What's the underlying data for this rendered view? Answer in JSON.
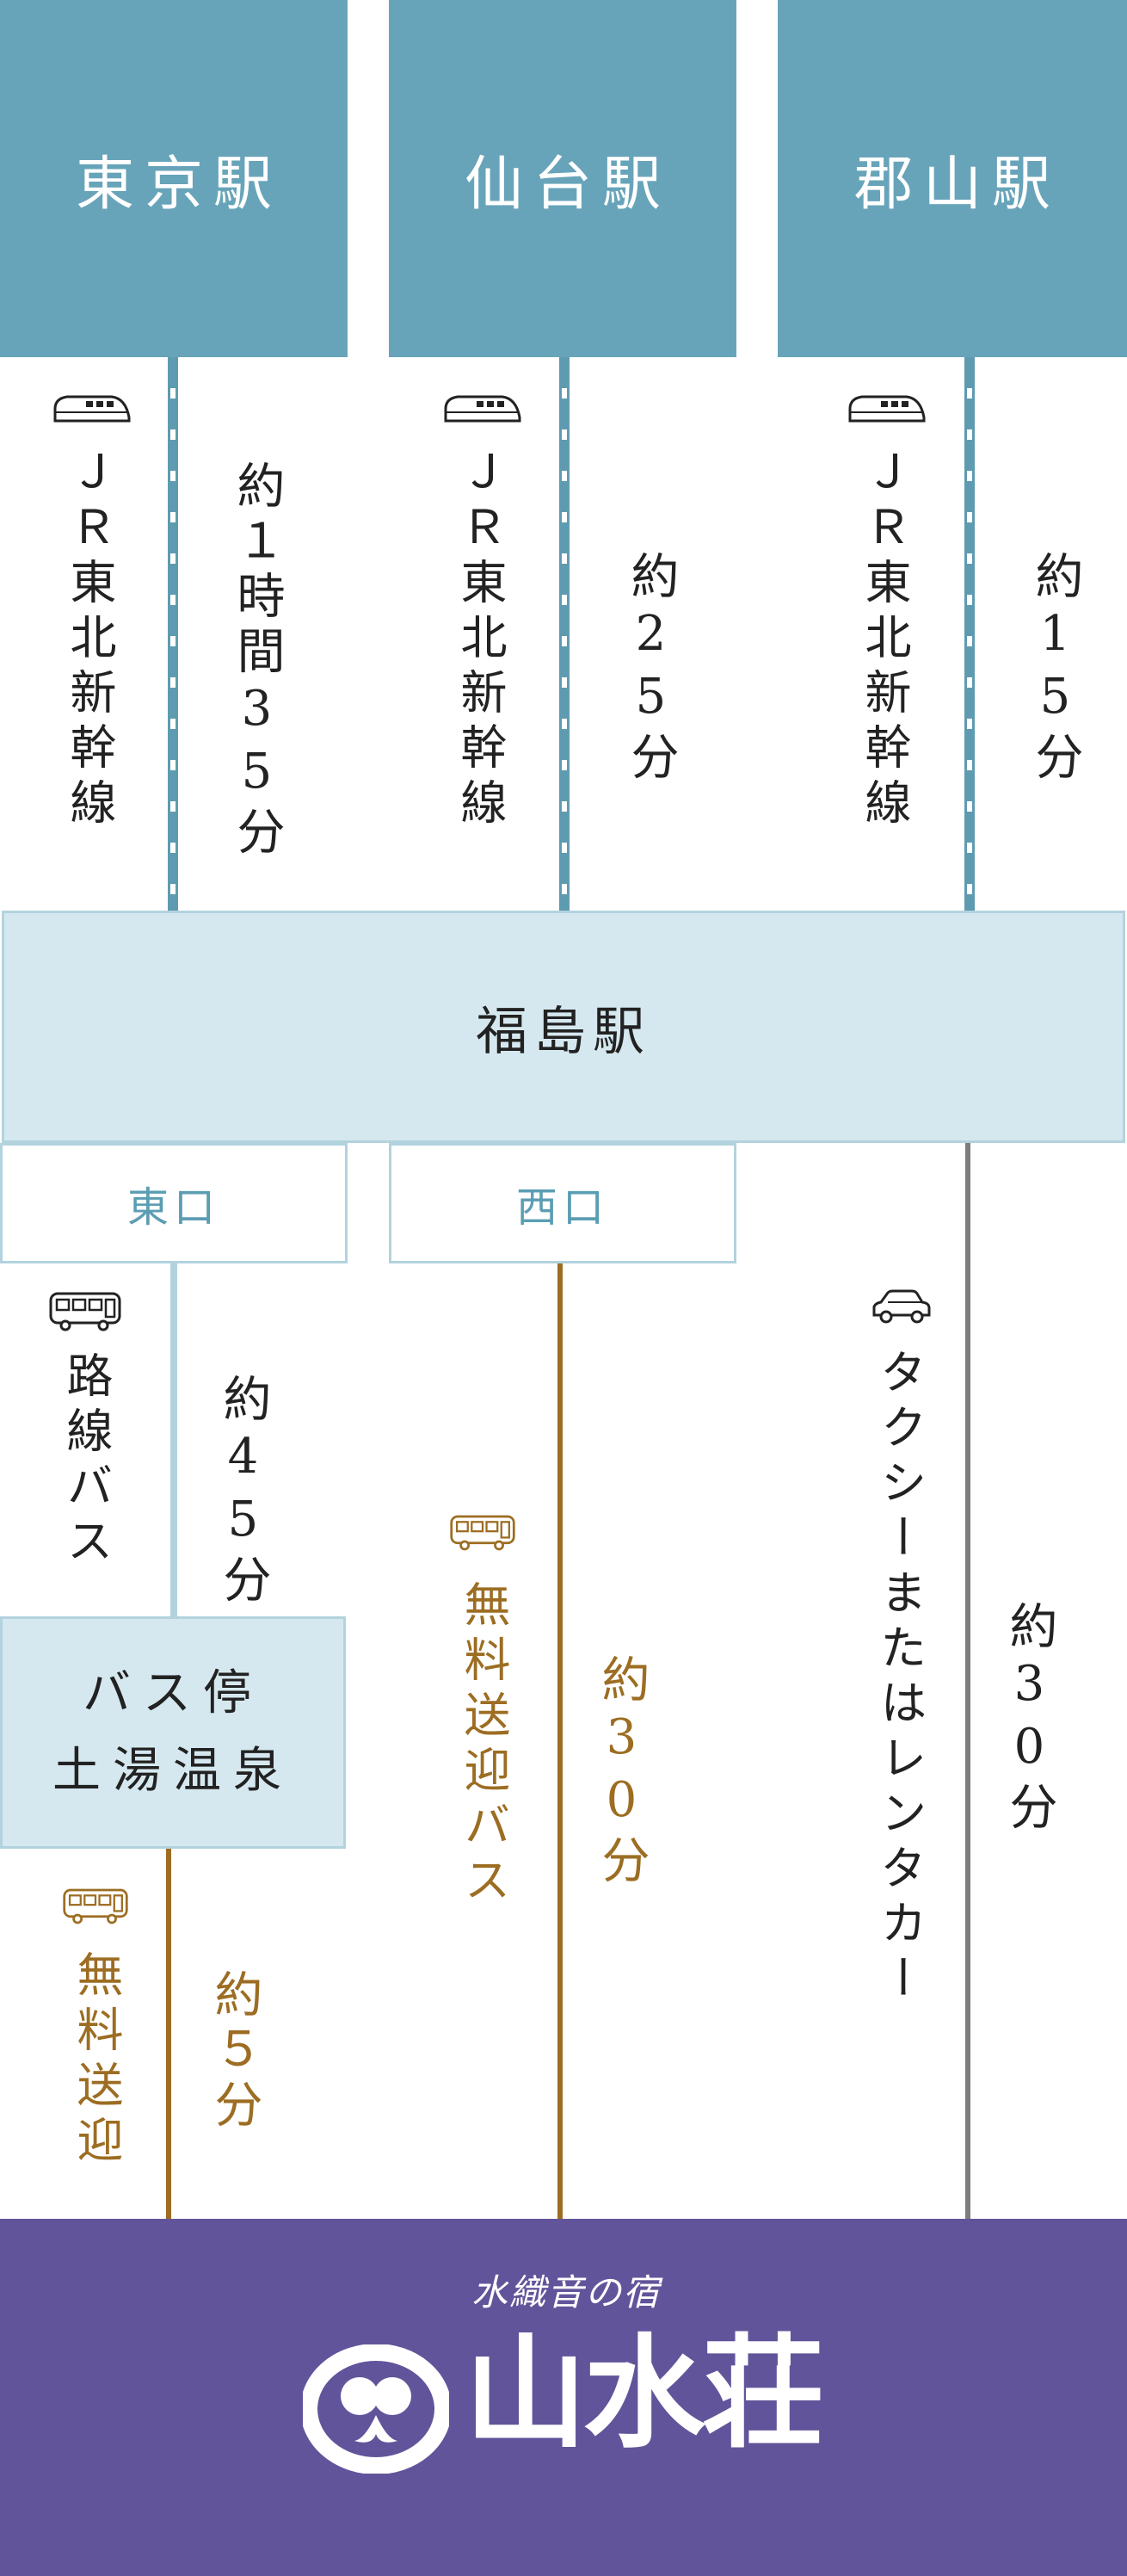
{
  "origins": [
    {
      "name": "東京駅",
      "line": "ＪＲ東北新幹線",
      "time": "約１時間35分"
    },
    {
      "name": "仙台駅",
      "line": "ＪＲ東北新幹線",
      "time": "約25分"
    },
    {
      "name": "郡山駅",
      "line": "ＪＲ東北新幹線",
      "time": "約15分"
    }
  ],
  "hub": {
    "name": "福島駅"
  },
  "exits": {
    "east": "東口",
    "west": "西口"
  },
  "east_route": {
    "mode": "路線バス",
    "time": "約45分",
    "stop_line1": "バス停",
    "stop_line2": "土湯温泉",
    "shuttle_mode": "無料送迎",
    "shuttle_time": "約５分"
  },
  "west_route": {
    "mode": "無料送迎バス",
    "time": "約30分"
  },
  "car_route": {
    "mode": "タクシーまたはレンタカー",
    "time": "約30分"
  },
  "destination": {
    "tagline": "水織音の宿",
    "name": "山水荘"
  },
  "colors": {
    "station_blue": "#68a4b9",
    "rail_blue": "#5f9bb0",
    "light_blue_fill": "#d6e8ef",
    "light_blue_line": "#b2d3de",
    "gold": "#9c6d22",
    "gray_line": "#7d7d7d",
    "footer_purple": "#62549a"
  },
  "icons": [
    "shinkansen-icon",
    "bus-icon",
    "car-icon"
  ]
}
